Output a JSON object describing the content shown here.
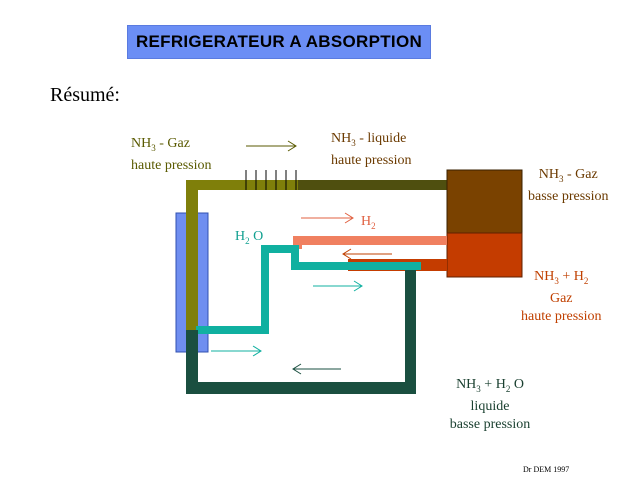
{
  "title": "REFRIGERATEUR A ABSORPTION",
  "subtitle": "Résumé:",
  "labels": {
    "nh3_gaz_hp_1": "NH",
    "nh3_gaz_hp_2": " - Gaz",
    "nh3_gaz_hp_3": "haute pression",
    "nh3_liq_hp_1": "NH",
    "nh3_liq_hp_2": " - liquide",
    "nh3_liq_hp_3": "haute pression",
    "nh3_gaz_bp_1": "NH",
    "nh3_gaz_bp_2": " - Gaz",
    "nh3_gaz_bp_3": "basse pression",
    "h2o_1": "H",
    "h2o_2": " O",
    "h2_1": "H",
    "nh3_h2_1": "NH",
    "nh3_h2_2": " + H",
    "nh3_h2_3": "Gaz",
    "nh3_h2_4": "haute pression",
    "nh3_h2o_1": "NH",
    "nh3_h2o_2": " + H",
    "nh3_h2o_3": " O",
    "nh3_h2o_4": "liquide",
    "nh3_h2o_5": "basse pression",
    "sub3": "3",
    "sub2": "2",
    "credit": "Dr DEM 1997"
  },
  "colors": {
    "title_bg": "#6b8ef5",
    "olive": "#7f7f0a",
    "dark_olive": "#4f4f0f",
    "brown": "#7a4200",
    "orange_red": "#c43c00",
    "salmon": "#f08060",
    "teal": "#10b0a0",
    "dark_green": "#1a4f40",
    "blue": "#6f8ef0",
    "label_olive": "#5a5a00",
    "label_brown": "#6b3a00",
    "label_orange": "#c04000",
    "label_teal": "#10a090",
    "label_darkgreen": "#1a4030"
  }
}
